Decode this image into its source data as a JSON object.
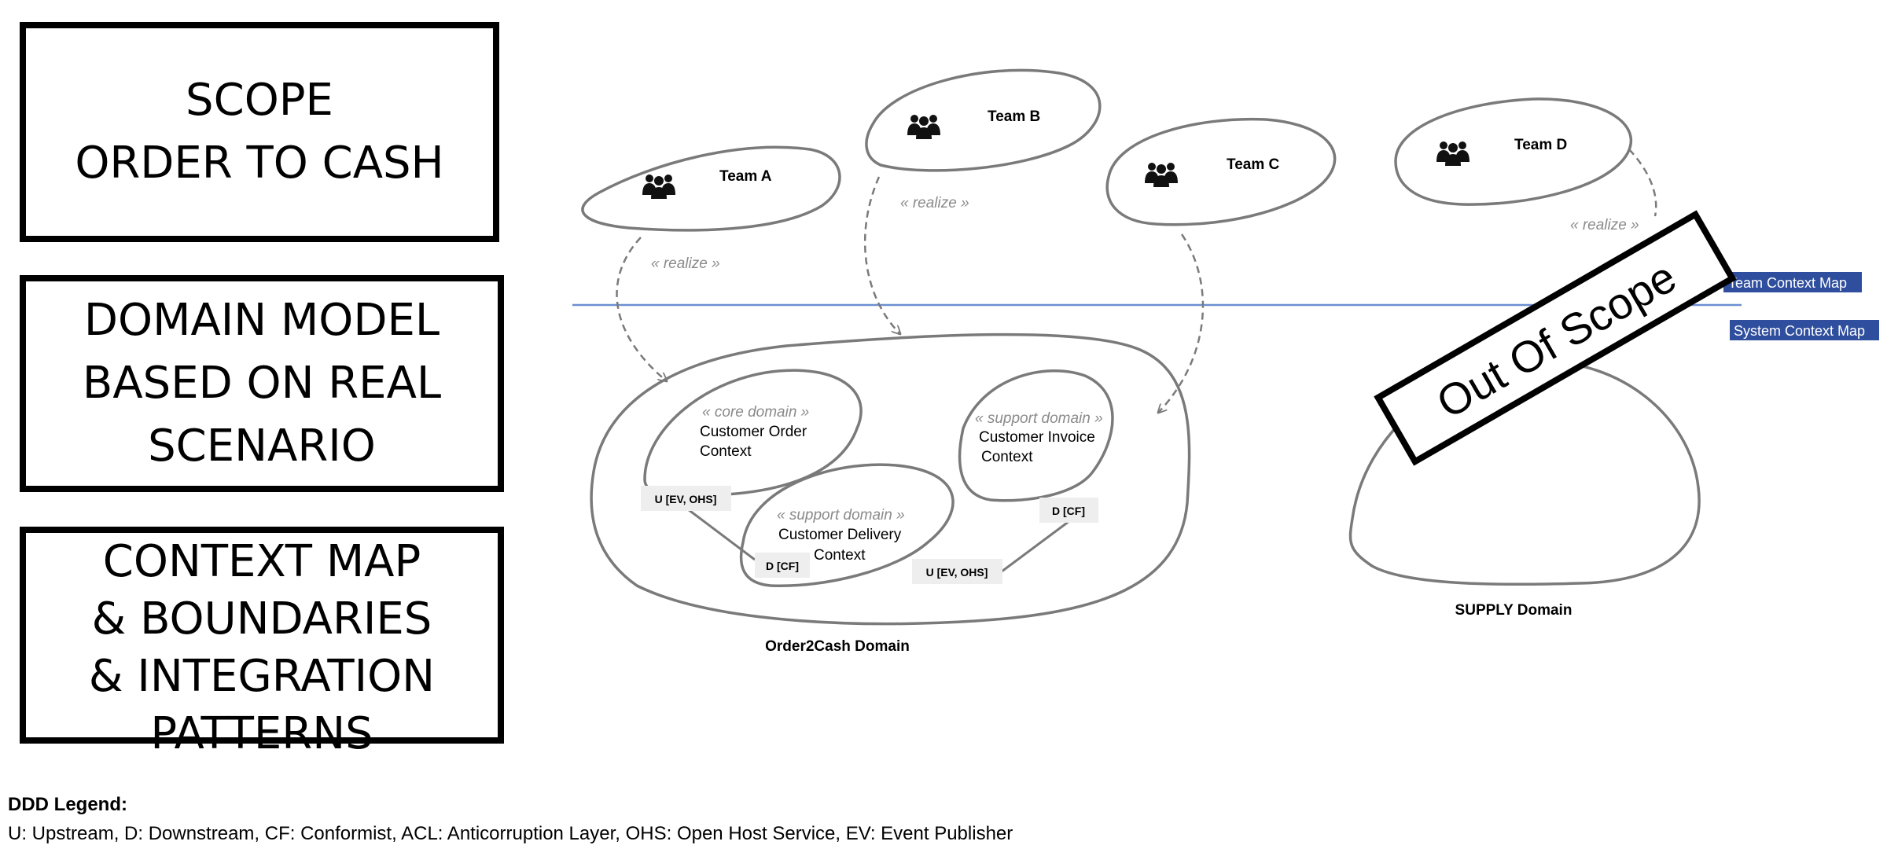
{
  "boxes": {
    "scope": [
      "SCOPE",
      "ORDER TO CASH"
    ],
    "domain_model": [
      "DOMAIN MODEL",
      "BASED ON REAL",
      "SCENARIO"
    ],
    "context_map": [
      "CONTEXT MAP",
      "& BOUNDARIES",
      "& INTEGRATION",
      "PATTERNS"
    ]
  },
  "teams": {
    "a": "Team A",
    "b": "Team B",
    "c": "Team C",
    "d": "Team D"
  },
  "realize_label": "« realize »",
  "map_labels": {
    "team_context": "Team Context Map",
    "system_context": "System Context Map"
  },
  "contexts": {
    "order": {
      "stereotype": "« core domain »",
      "name_line1": "Customer Order",
      "name_line2": "Context"
    },
    "invoice": {
      "stereotype": "« support domain »",
      "name_line1": "Customer Invoice",
      "name_line2": "Context"
    },
    "delivery": {
      "stereotype": "« support domain »",
      "name_line1": "Customer Delivery",
      "name_line2": "Context"
    }
  },
  "relationship_tags": {
    "order_upstream": "U [EV, OHS]",
    "delivery_downstream": "D [CF]",
    "invoice_downstream": "D [CF]",
    "invoice_upstream": "U [EV, OHS]"
  },
  "domains": {
    "order2cash": "Order2Cash Domain",
    "supply": "SUPPLY Domain"
  },
  "out_of_scope": "Out Of Scope",
  "legend": {
    "title": "DDD Legend:",
    "text": "U: Upstream, D: Downstream, CF: Conformist, ACL: Anticorruption Layer, OHS: Open Host Service, EV: Event Publisher"
  },
  "colors": {
    "outline": "#7a7a7a",
    "divider": "#6b8fcf",
    "label_highlight": "#2f4f9e",
    "tag_background": "#eeeeee",
    "stereotype_text": "#8a8a8a"
  },
  "icons": [
    "team-icon"
  ]
}
